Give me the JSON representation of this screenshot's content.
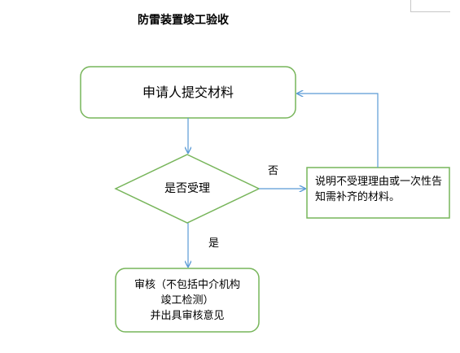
{
  "title": "防雷装置竣工验收",
  "nodes": {
    "start": "申请人提交材料",
    "decision": "是否受理",
    "reject": "说明不受理理由或一次性告知需补齐的材料。",
    "review_lines": [
      "审核（不包括中介机构",
      "竣工检测）",
      "并出具审核意见"
    ]
  },
  "edges": {
    "no_label": "否",
    "yes_label": "是"
  },
  "colors": {
    "node_border": "#77b55a",
    "arrow": "#5b9bd5"
  }
}
